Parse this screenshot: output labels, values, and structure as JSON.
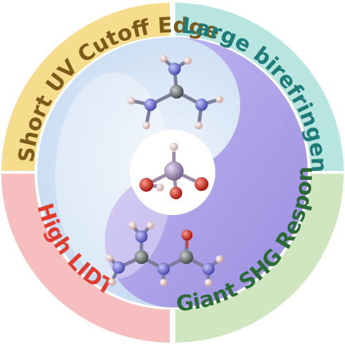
{
  "quadrants": {
    "top_left": {
      "label": "Short UV Cutoff Edge",
      "text_color": "#7c5a1a",
      "fill_color": "#f6dd8e"
    },
    "top_right": {
      "label": "Large birefringence",
      "text_color": "#1f7b78",
      "fill_color": "#b9e5e1"
    },
    "bottom_right": {
      "label": "Giant SHG Response",
      "text_color": "#2a6a34",
      "fill_color": "#cfe6c0"
    },
    "bottom_left": {
      "label": "High LIDT",
      "text_color": "#e23a2c",
      "fill_color": "#f6bebe"
    }
  },
  "center": {
    "yin_color": "#a79ae6",
    "yang_color": "#c9dcf3",
    "molecules": [
      "guanidinium-cation",
      "phosphate-anion",
      "biuret-like-cation"
    ]
  },
  "atom_colors": {
    "carbon": "#6e7373",
    "nitrogen": "#6b6fd6",
    "hydrogen": "#e9c9c4",
    "oxygen": "#e01a12",
    "phosphorus": "#a58bbd"
  }
}
